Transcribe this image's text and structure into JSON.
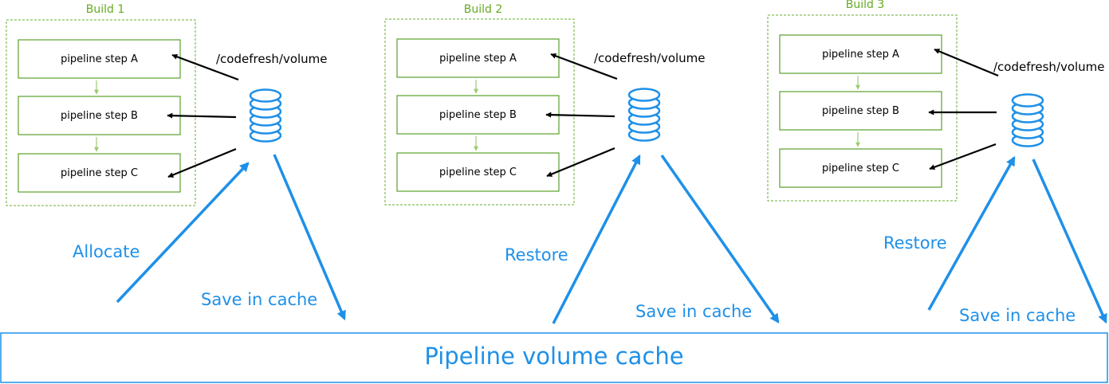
{
  "builds": [
    {
      "title": "Build 1",
      "steps": [
        "pipeline step A",
        "pipeline step B",
        "pipeline step C"
      ],
      "volume_path": "/codefresh/volume",
      "incoming_action": "Allocate",
      "outgoing_action": "Save in cache"
    },
    {
      "title": "Build 2",
      "steps": [
        "pipeline step A",
        "pipeline step B",
        "pipeline step C"
      ],
      "volume_path": "/codefresh/volume",
      "incoming_action": "Restore",
      "outgoing_action": "Save in cache"
    },
    {
      "title": "Build 3",
      "steps": [
        "pipeline step A",
        "pipeline step B",
        "pipeline step C"
      ],
      "volume_path": "/codefresh/volume",
      "incoming_action": "Restore",
      "outgoing_action": "Save in cache"
    }
  ],
  "cache_label": "Pipeline volume cache",
  "colors": {
    "build_frame": "#6aad2e",
    "step_border": "#5aa02c",
    "accent_blue": "#1e90e8",
    "text_black": "#000000"
  },
  "icons": {
    "volume": "database-icon"
  }
}
